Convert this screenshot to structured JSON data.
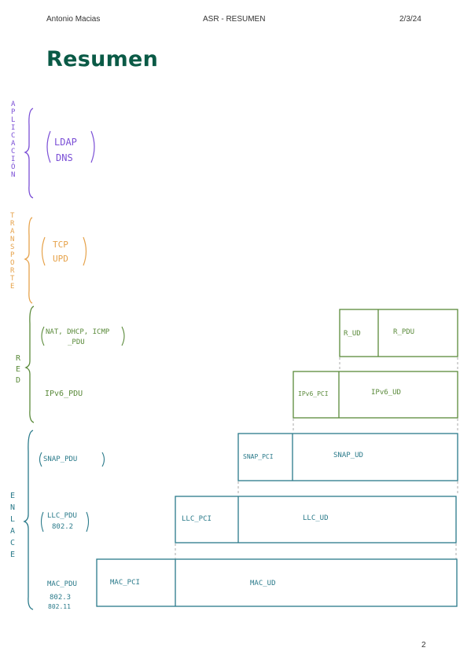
{
  "header": {
    "author": "Antonio Macias",
    "doc": "ASR - RESUMEN",
    "date": "2/3/24"
  },
  "title": "Resumen",
  "page_number": "2",
  "colors": {
    "title": "#0a5a46",
    "aplicacion": "#7b4fd6",
    "transporte": "#e6a24a",
    "red": "#5a8a3a",
    "enlace": "#2a7a8a"
  },
  "layers": {
    "aplicacion": {
      "label": "APLICACIÓN",
      "items": [
        "LDAP",
        "DNS"
      ]
    },
    "transporte": {
      "label": "TRANSPORTE",
      "items": [
        "TCP",
        "UPD"
      ]
    },
    "red": {
      "label": "RED",
      "items": [
        "NAT, DHCP, ICMP",
        "_PDU",
        "IPv6_PDU"
      ]
    },
    "enlace": {
      "label": "ENLACE",
      "items": [
        "SNAP_PDU",
        "LLC_PDU",
        "802.2",
        "MAC_PDU",
        "802.3",
        "802.11"
      ]
    }
  },
  "boxes": {
    "r_ud": "R_UD",
    "r_pdu": "R_PDU",
    "ipv6_pci": "IPv6_PCI",
    "ipv6_ud": "IPv6_UD",
    "snap_pci": "SNAP_PCI",
    "snap_ud": "SNAP_UD",
    "llc_pci": "LLC_PCI",
    "llc_ud": "LLC_UD",
    "mac_pci": "MAC_PCI",
    "mac_ud": "MAC_UD"
  }
}
